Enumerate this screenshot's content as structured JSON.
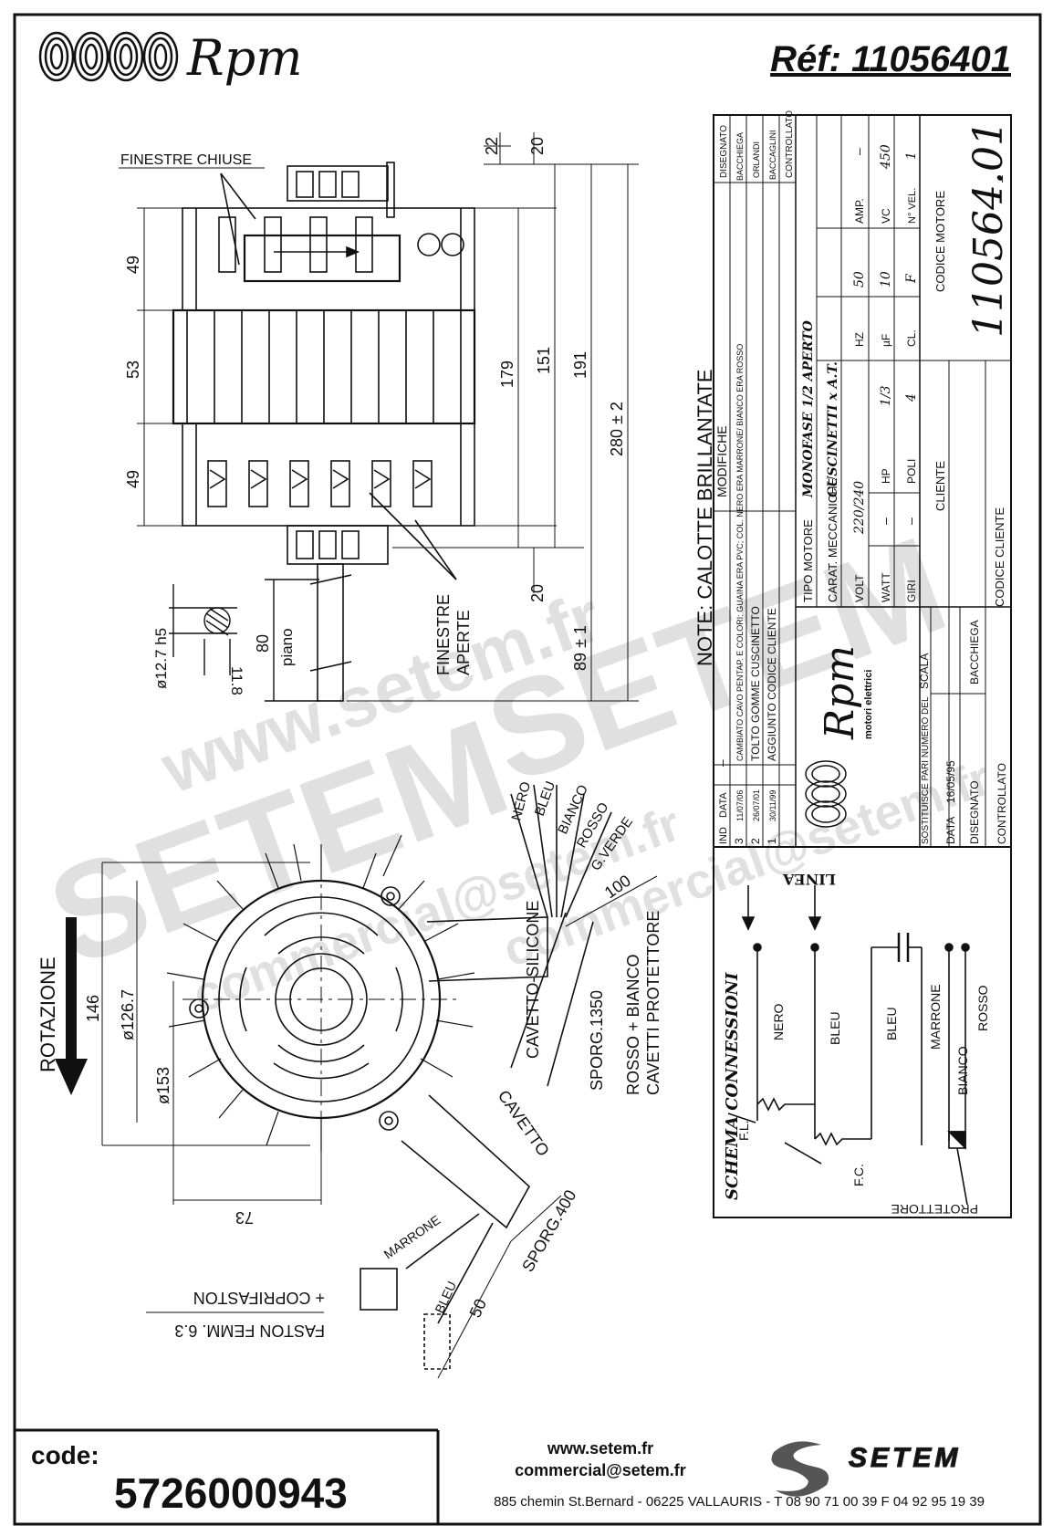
{
  "header": {
    "brand": "Rpm",
    "reference": "Réf:  11056401"
  },
  "drawing": {
    "finestre_chiuse": "FINESTRE CHIUSE",
    "finestre_aperte": [
      "FINESTRE",
      "APERTE"
    ],
    "note": "NOTE: CALOTTE BRILLANTATE",
    "dims_vertical": [
      "49",
      "53",
      "49"
    ],
    "dims_right": [
      "22",
      "20",
      "179",
      "151",
      "191",
      "280 ± 2",
      "20",
      "89 ± 1"
    ],
    "shaft": {
      "diameter": "ø12.7 h5",
      "flat": "11.8",
      "length": "80",
      "piano": "piano"
    },
    "front": {
      "rotazione": "ROTAZIONE",
      "d146": "146",
      "d1267": "ø126.7",
      "d153": "ø153",
      "d73": "73",
      "cavetto_silicone": "CAVETTO-SILICONE",
      "sporg1350": "SPORG.1350",
      "rosso_bianco": "ROSSO + BIANCO",
      "cavetti_protettore": "CAVETTI PROTETTORE",
      "wires": [
        "NERO",
        "BLEU",
        "BIANCO",
        "ROSSO",
        "G.VERDE"
      ],
      "d100": "100",
      "cavetto": "CAVETTO",
      "marrone": "MARRONE",
      "bleu": "BLEU",
      "d50": "50",
      "sporg400": "SPORG.400",
      "faston1": "FASTON FEMM. 6.3",
      "faston2": "+ COPRIFASTON"
    }
  },
  "title_block": {
    "modifiche_header": [
      "IND",
      "DATA",
      "MODIFICHE",
      "DISEGNATO",
      "CONTROLLATO"
    ],
    "modifiche": [
      {
        "ind": "3",
        "data": "11/07/06",
        "text": "CAMBIATO CAVO PENTAP. E COLORI: GUAINA ERA PVC; COL. NERO ERA MARRONE/ BIANCO ERA ROSSO",
        "dis": "BACCHIEGA"
      },
      {
        "ind": "2",
        "data": "26/07/01",
        "text": "TOLTO GOMME CUSCINETTO",
        "dis": "ORLANDI"
      },
      {
        "ind": "1",
        "data": "30/11/99",
        "text": "AGGIUNTO CODICE CLIENTE",
        "dis": "BACCAGLINI"
      }
    ],
    "dash": "–",
    "tipo_motore_label": "TIPO MOTORE",
    "tipo_motore": "MONOFASE 1/2 APERTO",
    "carat_label": "CARAT. MECCANICHE",
    "carat": "CUSCINETTI x A.T.",
    "volt_label": "VOLT",
    "volt": "220/240",
    "hz_label": "HZ",
    "hz": "50",
    "amp_label": "AMP.",
    "amp": "–",
    "watt_label": "WATT",
    "watt": "–",
    "hp_label": "HP",
    "hp": "1/3",
    "uf_label": "µF",
    "uf": "10",
    "vc_label": "VC",
    "vc": "450",
    "giri_label": "GIRI",
    "giri": "–",
    "poli_label": "POLI",
    "poli": "4",
    "cl_label": "CL.",
    "cl": "F",
    "nvel_label": "N° VEL.",
    "nvel": "1",
    "cliente_label": "CLIENTE",
    "codice_motore_label": "CODICE MOTORE",
    "codice_motore": "110564.01",
    "codice_cliente_label": "CODICE CLIENTE",
    "logo_text": "Rpm",
    "logo_sub": "motori elettrici",
    "sostituisce": "SOSTITUISCE PARI NUMERO DEL",
    "scala": "SCALA",
    "data_label": "DATA",
    "data": "16/05/95",
    "disegnato_label": "DISEGNATO",
    "disegnato": "BACCHIEGA",
    "controllato_label": "CONTROLLATO"
  },
  "schema": {
    "title": "SCHEMA CONNESSIONI",
    "linea": "LINEA",
    "labels": [
      "NERO",
      "BLEU",
      "BLEU",
      "MARRONE",
      "ROSSO",
      "BIANCO"
    ],
    "fl": "F.L.",
    "fc": "F.C.",
    "protettore": "PROTETTORE"
  },
  "watermark": {
    "big": "SETEM",
    "site": "www.setem.fr",
    "mail": "commercial@setem.fr"
  },
  "footer": {
    "code_label": "code:",
    "code": "5726000943",
    "website": "www.setem.fr",
    "email": "commercial@setem.fr",
    "company": "SETEM",
    "address": "885 chemin St.Bernard  -  06225 VALLAURIS  -  T 08 90 71 00 39  F 04 92 95 19 39"
  }
}
